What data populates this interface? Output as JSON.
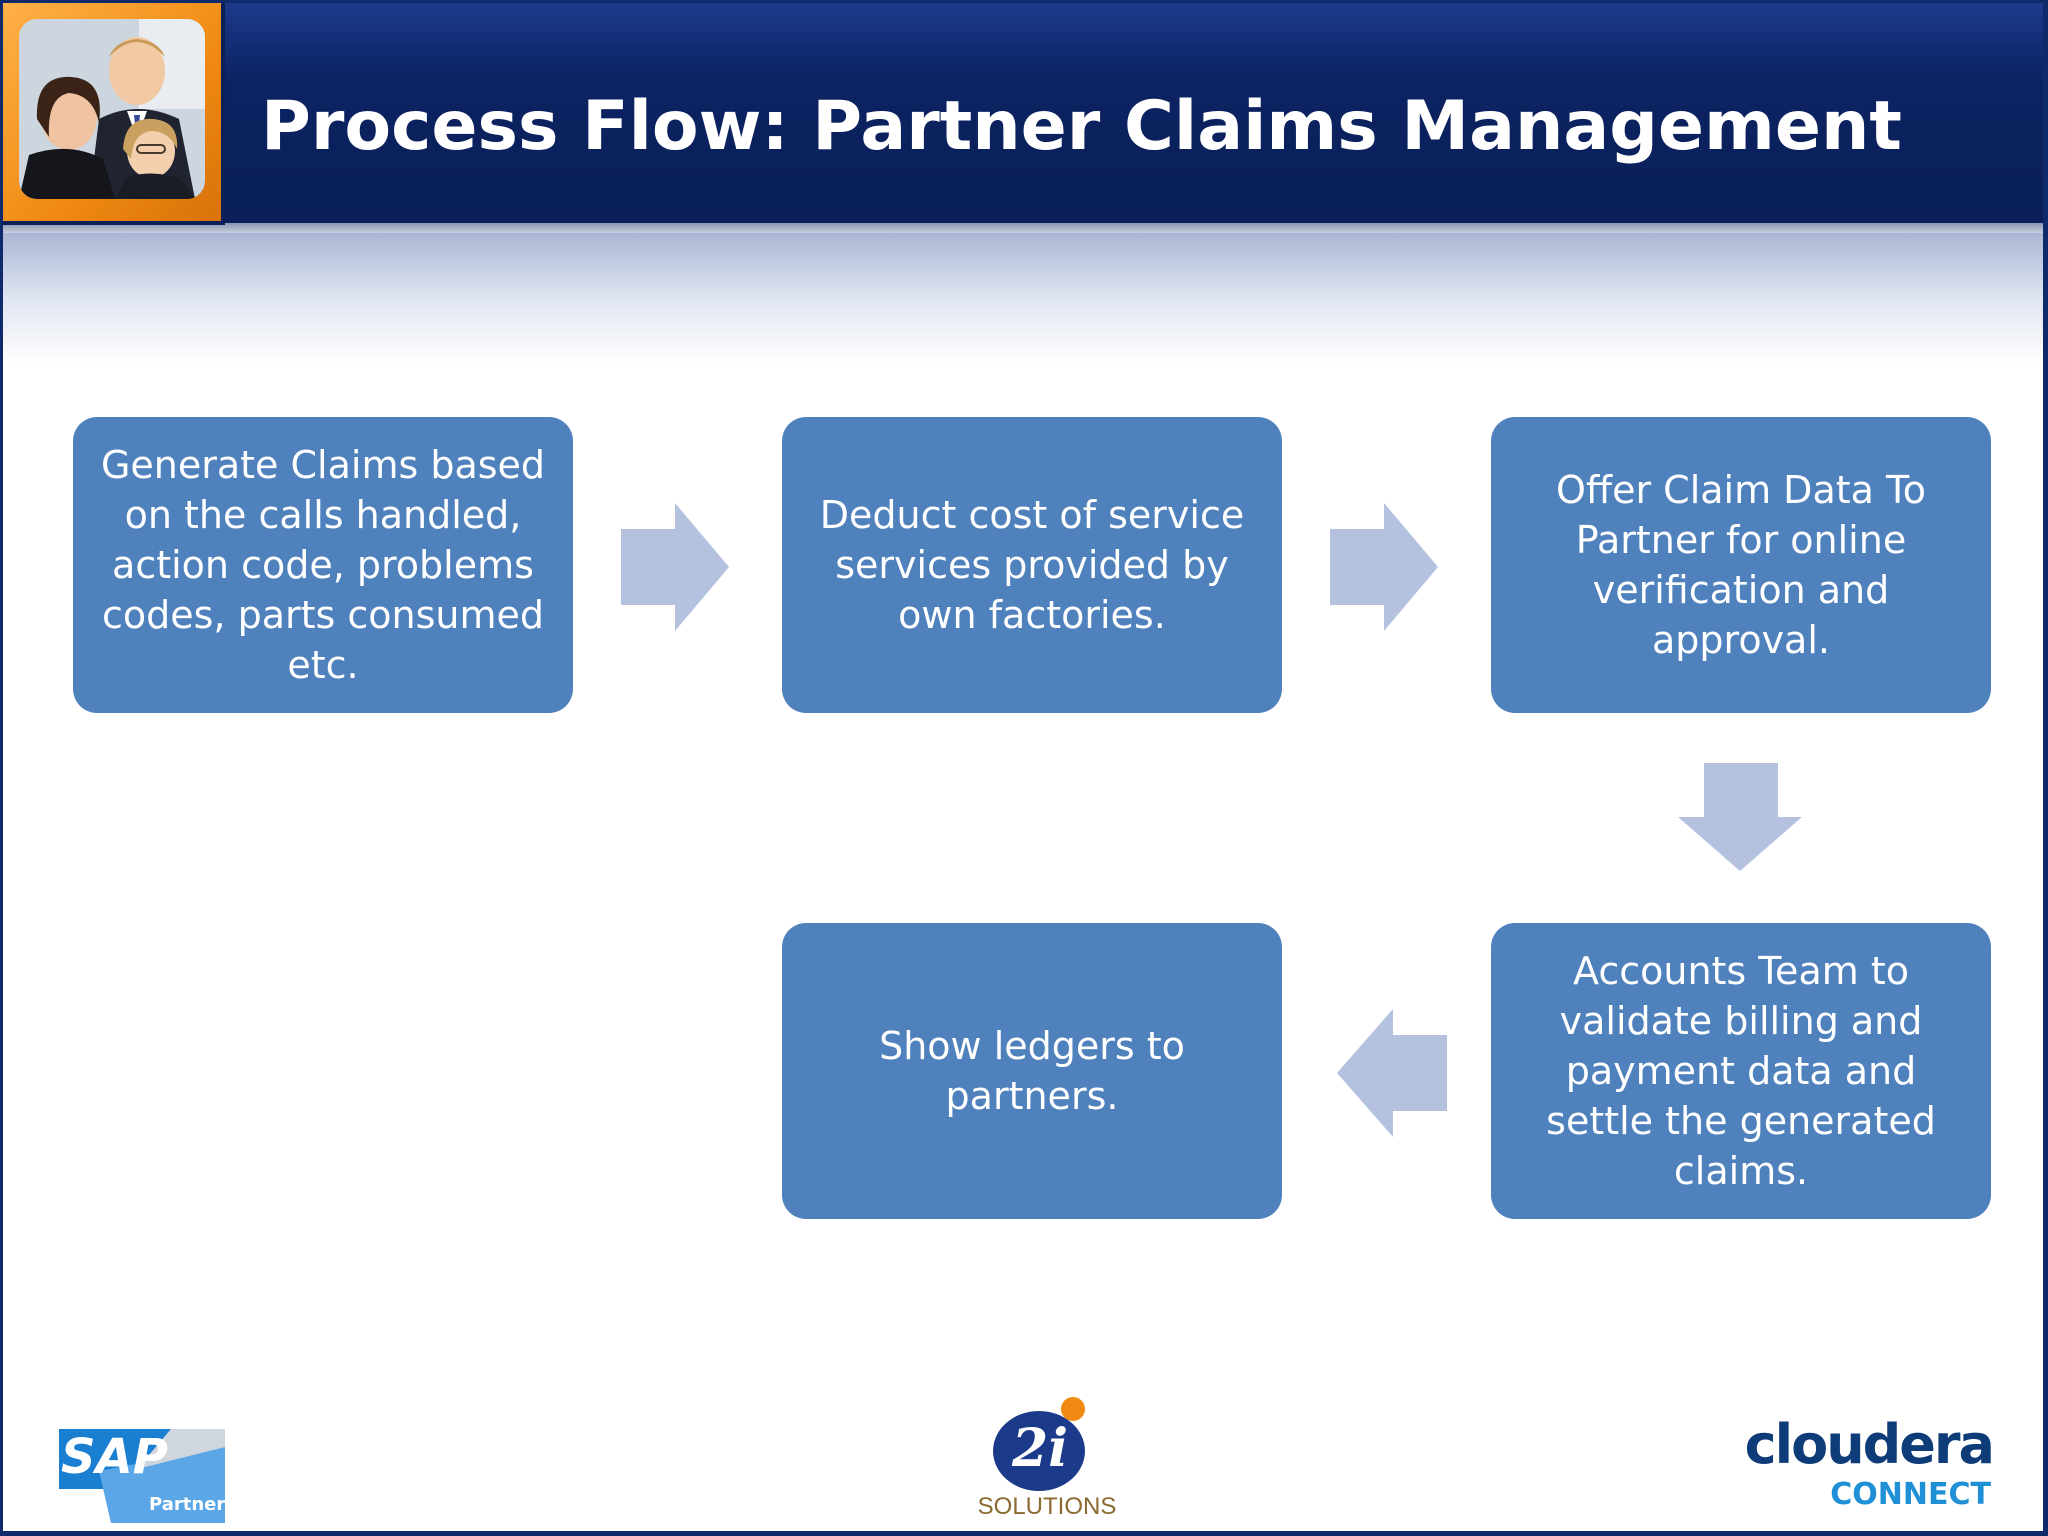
{
  "header": {
    "title": "Process Flow: Partner Claims Management"
  },
  "steps": [
    {
      "text": "Generate Claims based on the calls handled, action code, problems codes, parts consumed etc."
    },
    {
      "text": "Deduct cost of service services provided by own factories."
    },
    {
      "text": "Offer Claim Data To Partner for online verification and approval."
    },
    {
      "text": "Accounts Team to validate billing and payment data and settle the generated claims."
    },
    {
      "text": "Show ledgers  to partners."
    }
  ],
  "footer": {
    "sap_logo": {
      "brand": "SAP",
      "sub": "Partner"
    },
    "center_logo": {
      "mark": "2i",
      "sub": "SOLUTIONS"
    },
    "cloudera_logo": {
      "brand": "cloudera",
      "sub": "CONNECT"
    }
  },
  "colors": {
    "header": "#0c2363",
    "box": "#4f81bd",
    "arrow": "#b4c2e0",
    "accent": "#f08a12"
  }
}
